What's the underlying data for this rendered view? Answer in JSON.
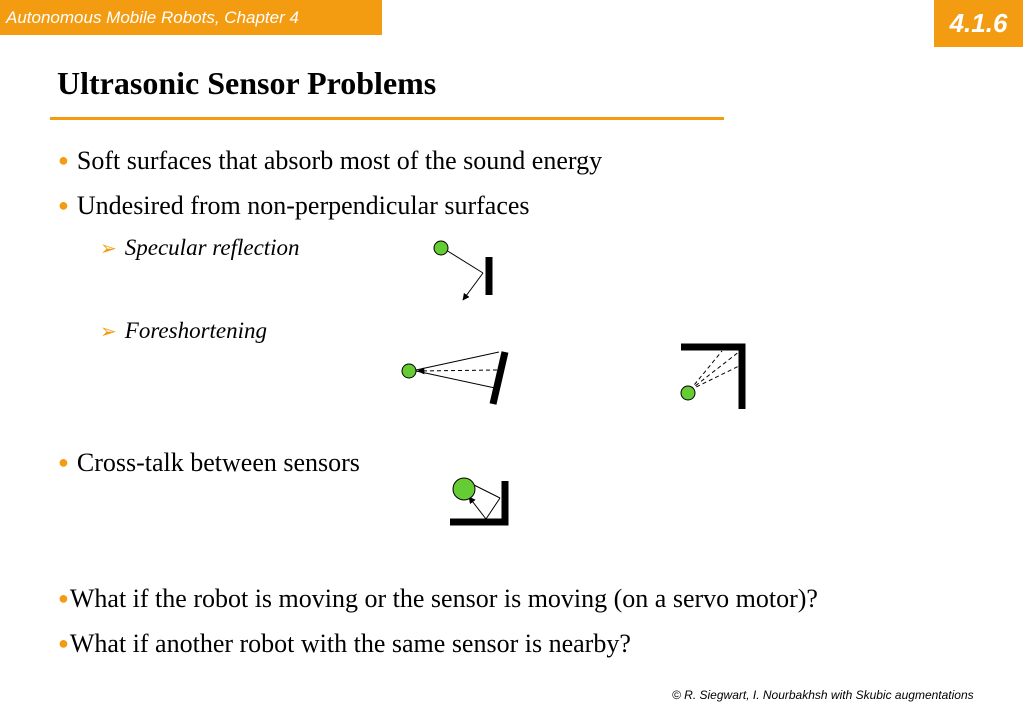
{
  "header": {
    "chapter": "Autonomous Mobile Robots, Chapter 4",
    "section": "4.1.6"
  },
  "title": "Ultrasonic Sensor Problems",
  "bullets": [
    "Soft surfaces that absorb most of the sound energy",
    "Undesired from non-perpendicular surfaces"
  ],
  "sub_bullets": [
    "Specular reflection",
    "Foreshortening"
  ],
  "bullet3": "Cross-talk between sensors",
  "questions": [
    "What if the robot is moving or the sensor is moving (on a servo motor)?",
    "What if another robot with the same sensor is nearby?"
  ],
  "footer": "© R. Siegwart, I. Nourbakhsh with Skubic augmentations",
  "colors": {
    "accent": "#F39C12",
    "sensor": "#66CC33"
  }
}
